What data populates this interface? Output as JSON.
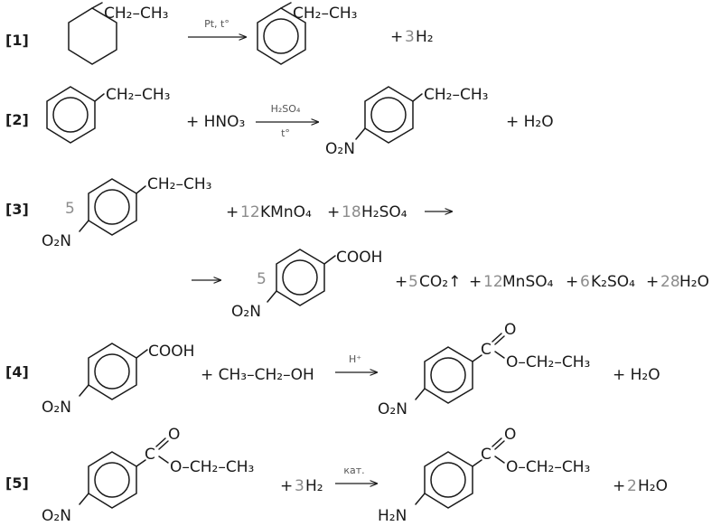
{
  "reactions": [
    {
      "label": "[1]",
      "reactant_group": "CH₂–CH₃",
      "conditions_top": "Pt, t°",
      "product_group": "CH₂–CH₃",
      "plus": "+",
      "h2_coef": "3",
      "h2": "H₂"
    },
    {
      "label": "[2]",
      "reactant_group": "CH₂–CH₃",
      "reagent": "+ HNO₃",
      "conditions_top": "H₂SO₄",
      "conditions_bottom": "t°",
      "product_group": "CH₂–CH₃",
      "product_sub": "O₂N",
      "byproduct": "+ H₂O"
    },
    {
      "label": "[3]",
      "reactant_coef": "5",
      "reactant_group": "CH₂–CH₃",
      "reactant_sub": "O₂N",
      "plus1": "+",
      "kmno4_coef": "12",
      "kmno4": "KMnO₄",
      "plus2": "+",
      "h2so4_coef": "18",
      "h2so4": "H₂SO₄",
      "product_coef": "5",
      "product_group": "COOH",
      "product_sub": "O₂N",
      "p1": "+",
      "co2_coef": "5",
      "co2": "CO₂↑",
      "p2": "+",
      "mnso4_coef": "12",
      "mnso4": "MnSO₄",
      "p3": "+",
      "k2so4_coef": "6",
      "k2so4": "K₂SO₄",
      "p4": "+",
      "h2o_coef": "28",
      "h2o": "H₂O"
    },
    {
      "label": "[4]",
      "reactant_group": "COOH",
      "reactant_sub": "O₂N",
      "reagent": "+ CH₃–CH₂–OH",
      "conditions_top": "H⁺",
      "product_c": "C",
      "product_o_double": "O",
      "product_ester": "O–CH₂–CH₃",
      "product_sub": "O₂N",
      "byproduct": "+ H₂O"
    },
    {
      "label": "[5]",
      "reactant_c": "C",
      "reactant_o_double": "O",
      "reactant_ester": "O–CH₂–CH₃",
      "reactant_sub": "O₂N",
      "plus": "+",
      "h2_coef": "3",
      "h2": "H₂",
      "conditions_top": "кат.",
      "product_c": "C",
      "product_o_double": "O",
      "product_ester": "O–CH₂–CH₃",
      "product_sub": "H₂N",
      "p": "+",
      "h2o_coef": "2",
      "h2o": "H₂O"
    }
  ]
}
